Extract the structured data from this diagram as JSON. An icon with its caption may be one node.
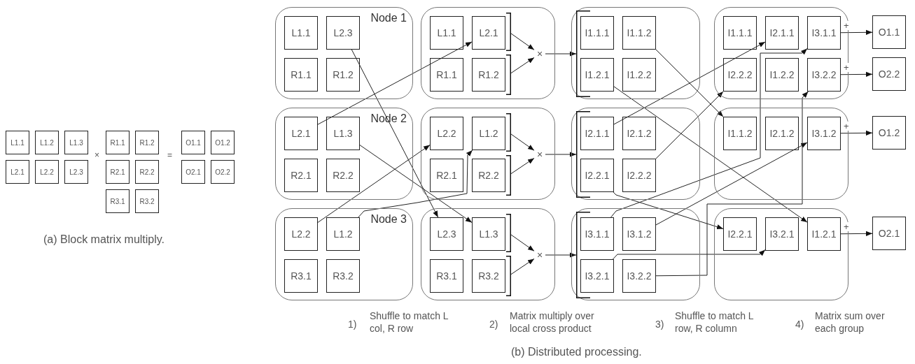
{
  "diagram": {
    "nodes": [
      {
        "text": [
          "L1.1"
        ]
      },
      {
        "text": [
          "L1.2"
        ]
      },
      {
        "text": [
          "L1.3"
        ]
      },
      {
        "text": [
          "R1.1"
        ]
      },
      {
        "text": [
          "R1.2"
        ]
      },
      {
        "text": [
          "O1.1"
        ]
      },
      {
        "text": [
          "O1.2"
        ]
      },
      {
        "text": [
          "L2.1"
        ]
      },
      {
        "text": [
          "L2.2"
        ]
      },
      {
        "text": [
          "L2.3"
        ]
      },
      {
        "text": [
          "R2.1"
        ]
      },
      {
        "text": [
          "R2.2"
        ]
      },
      {
        "text": [
          "O2.1"
        ]
      },
      {
        "text": [
          "O2.2"
        ]
      },
      {
        "text": [
          "R3.1"
        ]
      },
      {
        "text": [
          "R3.2"
        ]
      },
      {
        "text": [
          "Node 1"
        ]
      },
      {
        "text": [
          "L1.1"
        ],
        "in": 16
      },
      {
        "text": [
          "L2.3"
        ],
        "in": 16
      },
      {
        "text": [
          "R1.1"
        ],
        "in": 16
      },
      {
        "text": [
          "R1.2"
        ],
        "in": 16
      },
      {
        "text": [],
        "shape": "box"
      },
      {
        "text": [
          "L1.1"
        ],
        "in": 21
      },
      {
        "text": [
          "L2.1"
        ],
        "in": 21
      },
      {
        "text": [
          "R1.1"
        ],
        "in": 21
      },
      {
        "text": [
          "R1.2"
        ],
        "in": 21
      },
      {
        "text": [],
        "shape": "bracket",
        "in": 21
      },
      {
        "text": [],
        "shape": "bracket",
        "in": 21
      },
      {
        "text": [
          "×"
        ],
        "in": 21
      },
      {
        "text": [],
        "shape": "box"
      },
      {
        "text": [],
        "shape": "bracket",
        "in": 29
      },
      {
        "text": [
          "I1.1.1"
        ],
        "in": 29
      },
      {
        "text": [
          "I1.1.2"
        ],
        "in": 29
      },
      {
        "text": [
          "I1.2.1"
        ],
        "in": 29
      },
      {
        "text": [
          "I1.2.2"
        ],
        "in": 29
      },
      {
        "text": [],
        "shape": "box"
      },
      {
        "text": [
          "I1.1.1"
        ],
        "in": 35
      },
      {
        "text": [
          "I2.1.1"
        ],
        "in": 35
      },
      {
        "text": [
          "I3.1.1"
        ],
        "in": 35
      },
      {
        "text": [
          "I2.2.2"
        ],
        "in": 35
      },
      {
        "text": [
          "I1.2.2"
        ],
        "in": 35
      },
      {
        "text": [
          "I3.2.2"
        ],
        "in": 35
      },
      {
        "text": [
          "O1.1"
        ]
      },
      {
        "text": [
          "O2.2"
        ]
      },
      {
        "text": [
          "Node 2"
        ]
      },
      {
        "text": [
          "L2.1"
        ],
        "in": 44
      },
      {
        "text": [
          "L1.3"
        ],
        "in": 44
      },
      {
        "text": [
          "R2.1"
        ],
        "in": 44
      },
      {
        "text": [
          "R2.2"
        ],
        "in": 44
      },
      {
        "text": [],
        "shape": "box"
      },
      {
        "text": [
          "L2.2"
        ],
        "in": 49
      },
      {
        "text": [
          "L1.2"
        ],
        "in": 49
      },
      {
        "text": [
          "R2.1"
        ],
        "in": 49
      },
      {
        "text": [
          "R2.2"
        ],
        "in": 49
      },
      {
        "text": [],
        "shape": "bracket",
        "in": 49
      },
      {
        "text": [],
        "shape": "bracket",
        "in": 49
      },
      {
        "text": [
          "×"
        ],
        "in": 49
      },
      {
        "text": [],
        "shape": "box"
      },
      {
        "text": [],
        "shape": "bracket",
        "in": 57
      },
      {
        "text": [
          "I2.1.1"
        ],
        "in": 57
      },
      {
        "text": [
          "I2.1.2"
        ],
        "in": 57
      },
      {
        "text": [
          "I2.2.1"
        ],
        "in": 57
      },
      {
        "text": [
          "I2.2.2"
        ],
        "in": 57
      },
      {
        "text": [],
        "shape": "box"
      },
      {
        "text": [
          "I1.1.2"
        ],
        "in": 63
      },
      {
        "text": [
          "I2.1.2"
        ],
        "in": 63
      },
      {
        "text": [
          "I3.1.2"
        ],
        "in": 63
      },
      {
        "text": [
          "O1.2"
        ]
      },
      {
        "text": [
          "Node 3"
        ]
      },
      {
        "text": [
          "L2.2"
        ],
        "in": 68
      },
      {
        "text": [
          "L1.2"
        ],
        "in": 68
      },
      {
        "text": [
          "R3.1"
        ],
        "in": 68
      },
      {
        "text": [
          "R3.2"
        ],
        "in": 68
      },
      {
        "text": [],
        "shape": "box"
      },
      {
        "text": [
          "L2.3"
        ],
        "in": 73
      },
      {
        "text": [
          "L1.3"
        ],
        "in": 73
      },
      {
        "text": [
          "R3.1"
        ],
        "in": 73
      },
      {
        "text": [
          "R3.2"
        ],
        "in": 73
      },
      {
        "text": [],
        "shape": "bracket",
        "in": 73
      },
      {
        "text": [],
        "shape": "bracket",
        "in": 73
      },
      {
        "text": [
          "×"
        ],
        "in": 73
      },
      {
        "text": [],
        "shape": "box"
      },
      {
        "text": [],
        "shape": "bracket",
        "in": 81
      },
      {
        "text": [
          "I3.1.1"
        ],
        "in": 81
      },
      {
        "text": [
          "I3.1.2"
        ],
        "in": 81
      },
      {
        "text": [
          "I3.2.1"
        ],
        "in": 81
      },
      {
        "text": [
          "I3.2.2"
        ],
        "in": 81
      },
      {
        "text": [],
        "shape": "box"
      },
      {
        "text": [
          "I2.2.1"
        ],
        "in": 87
      },
      {
        "text": [
          "I3.2.1"
        ],
        "in": 87
      },
      {
        "text": [
          "I1.2.1"
        ],
        "in": 87
      },
      {
        "text": [
          "O2.1"
        ]
      }
    ],
    "edges": [
      {
        "from": 18,
        "to": 74,
        "arrow": "to"
      },
      {
        "from": 45,
        "to": 23,
        "arrow": "to"
      },
      {
        "from": 46,
        "to": 75,
        "arrow": "to"
      },
      {
        "from": 69,
        "to": 50,
        "arrow": "to"
      },
      {
        "from": 70,
        "to": 51,
        "arrow": "to"
      },
      {
        "from": 26,
        "to": 28,
        "arrow": "to"
      },
      {
        "from": 27,
        "to": 28,
        "arrow": "to"
      },
      {
        "from": 54,
        "to": 56,
        "arrow": "to"
      },
      {
        "from": 55,
        "to": 56,
        "arrow": "to"
      },
      {
        "from": 78,
        "to": 80,
        "arrow": "to"
      },
      {
        "from": 79,
        "to": 80,
        "arrow": "to"
      },
      {
        "from": 28,
        "to": 30,
        "arrow": "to"
      },
      {
        "from": 56,
        "to": 58,
        "arrow": "to"
      },
      {
        "from": 80,
        "to": 82,
        "arrow": "to"
      },
      {
        "from": 32,
        "to": 64,
        "arrow": "to"
      },
      {
        "from": 33,
        "to": 90,
        "arrow": "to"
      },
      {
        "from": 59,
        "to": 37,
        "arrow": "to"
      },
      {
        "from": 62,
        "to": 39,
        "arrow": "to"
      },
      {
        "from": 61,
        "to": 88,
        "arrow": "to"
      },
      {
        "from": 83,
        "to": 38,
        "arrow": "to"
      },
      {
        "from": 84,
        "to": 66,
        "arrow": "to"
      },
      {
        "from": 85,
        "to": 89,
        "arrow": "to"
      },
      {
        "from": 86,
        "to": 41,
        "arrow": "to"
      },
      {
        "from": 38,
        "to": 42,
        "arrow": "to",
        "label": "+"
      },
      {
        "from": 41,
        "to": 43,
        "arrow": "to",
        "label": "+"
      },
      {
        "from": 66,
        "to": 67,
        "arrow": "to",
        "label": "+"
      },
      {
        "from": 90,
        "to": 91,
        "arrow": "to",
        "label": "+"
      }
    ],
    "labels": [
      "×",
      "=",
      "(a) Block matrix multiply.",
      "1)",
      "Shuffle to match L col, R row",
      "2)",
      "Matrix multiply over local cross product",
      "3)",
      "Shuffle to match L row, R column",
      "4)",
      "Matrix sum over each group",
      "(b) Distributed processing."
    ]
  }
}
